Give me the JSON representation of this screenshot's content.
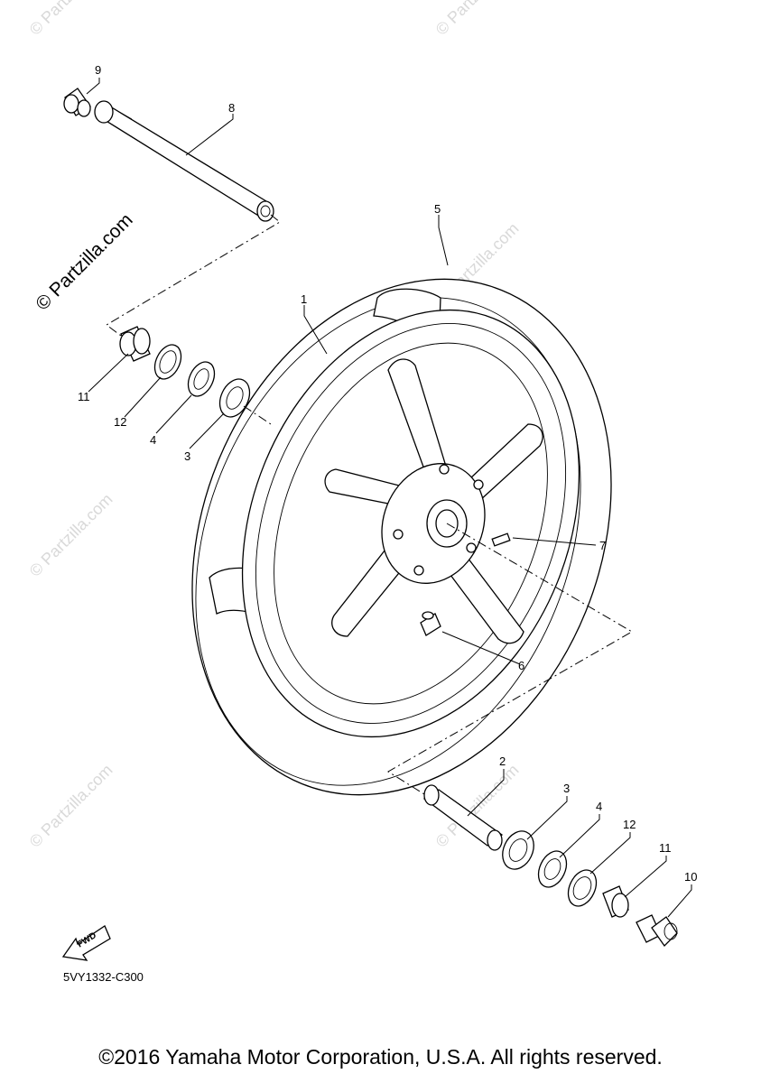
{
  "watermark": {
    "main": "© Partzilla.com",
    "faint": "© Partzilla.com"
  },
  "callouts": {
    "c1": "1",
    "c2": "2",
    "c3a": "3",
    "c3b": "3",
    "c4a": "4",
    "c4b": "4",
    "c5": "5",
    "c6": "6",
    "c7": "7",
    "c8": "8",
    "c9": "9",
    "c10": "10",
    "c11a": "11",
    "c11b": "11",
    "c12a": "12",
    "c12b": "12"
  },
  "direction_badge": "FWD",
  "diagram_code": "5VY1332-C300",
  "copyright": "©2016 Yamaha Motor Corporation, U.S.A. All rights reserved."
}
